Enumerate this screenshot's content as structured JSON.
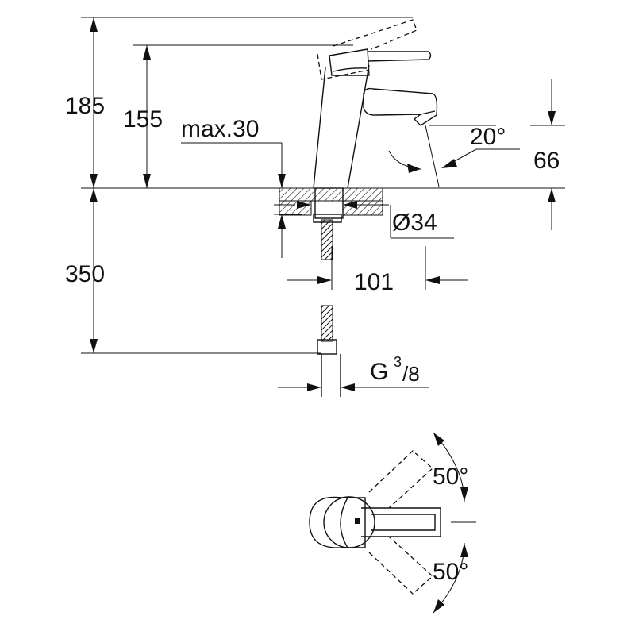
{
  "dimensions": {
    "total_height": "185",
    "spout_height": "155",
    "max_thickness": "max.30",
    "spout_angle": "20°",
    "spout_clearance": "66",
    "hole_diameter": "Ø34",
    "hose_length": "350",
    "spout_reach": "101",
    "thread_letter": "G",
    "thread_num": "3",
    "thread_den": "/8",
    "swivel_angle_top": "50°",
    "swivel_angle_bottom": "50°"
  },
  "colors": {
    "line": "#111111",
    "background": "#ffffff"
  }
}
